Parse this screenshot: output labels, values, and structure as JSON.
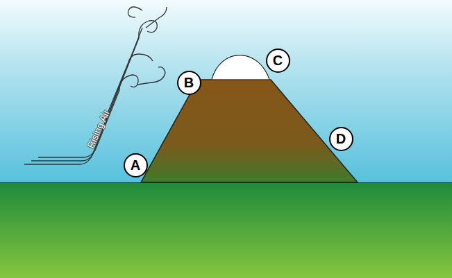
{
  "diagram": {
    "nodes": [
      {
        "text": [
          "A"
        ]
      },
      {
        "text": [
          "B"
        ]
      },
      {
        "text": [
          "C"
        ]
      },
      {
        "text": [
          "D"
        ]
      }
    ],
    "labels": [
      "Rising Air"
    ]
  }
}
